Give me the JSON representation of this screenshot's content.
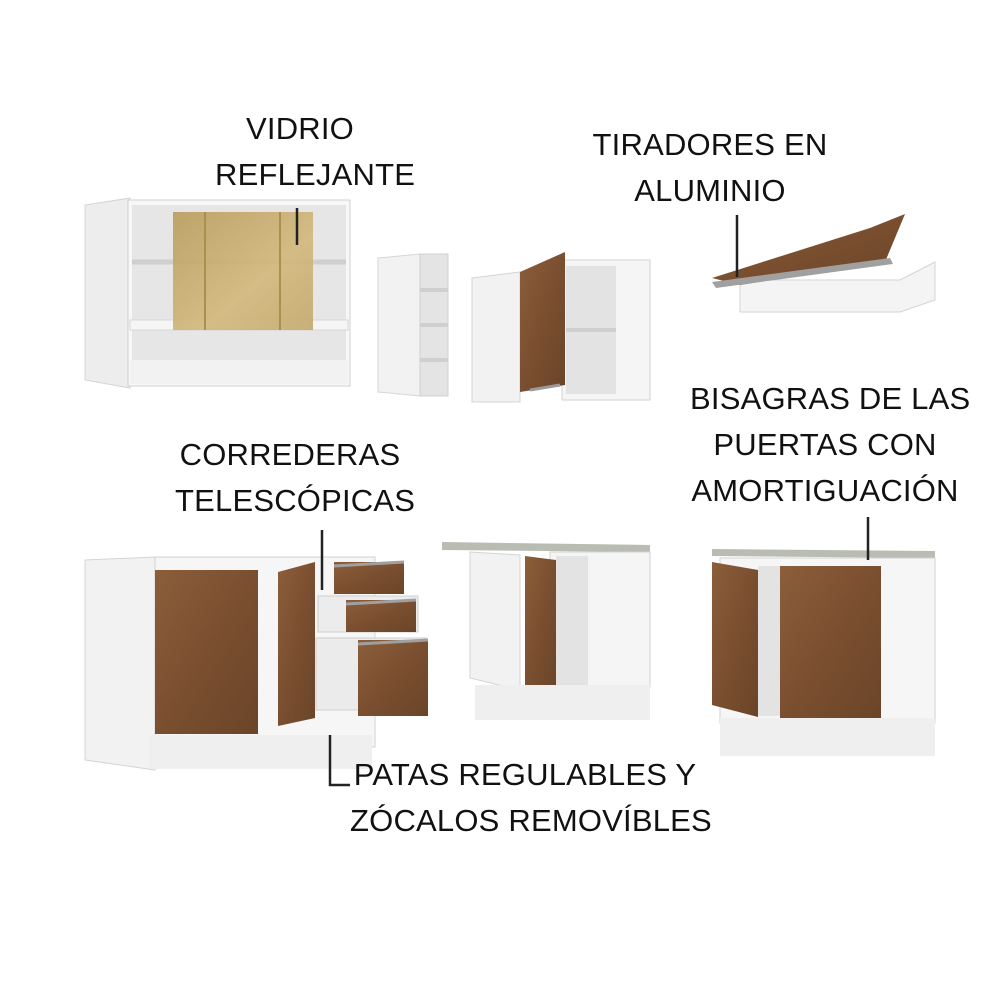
{
  "labels": {
    "glass": {
      "line1": "VIDRIO",
      "line2": "REFLEJANTE"
    },
    "handles": {
      "line1": "TIRADORES EN",
      "line2": "ALUMINIO"
    },
    "hinges": {
      "line1": "BISAGRAS DE LAS",
      "line2": "PUERTAS CON",
      "line3": "AMORTIGUACIÓN"
    },
    "slides": {
      "line1": "CORREDERAS",
      "line2": "TELESCÓPICAS"
    },
    "feet": {
      "line1": "PATAS REGULABLES Y",
      "line2": "ZÓCALOS REMOVÍBLES"
    }
  },
  "colors": {
    "wood": "#7a4f30",
    "wood_light": "#8c5e3a",
    "white_body": "#f4f4f4",
    "shade": "#d9d9d9",
    "glass": "#c9ae6a",
    "countertop": "#b9bcb2",
    "line": "#222222"
  }
}
